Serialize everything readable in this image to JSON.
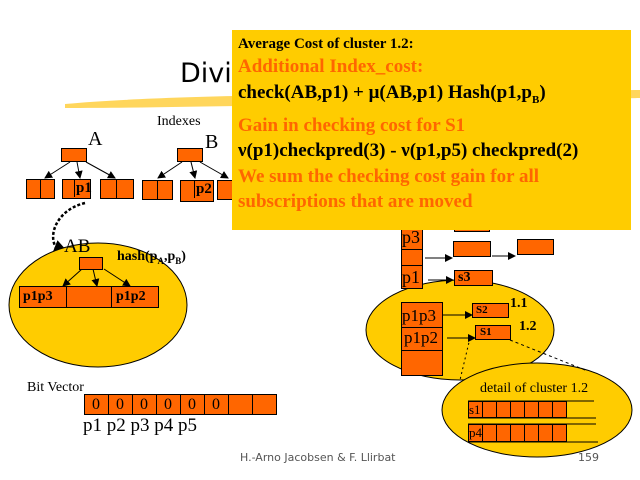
{
  "slide": {
    "title": "Divi",
    "footer_author": "H.-Arno Jacobsen & F. Llirbat",
    "page_number": "159"
  },
  "indexes": {
    "label": "Indexes",
    "tree_a": {
      "label": "A",
      "leaf_label": "p1"
    },
    "tree_b": {
      "label": "B",
      "leaf_label": "p2"
    }
  },
  "cluster_ab": {
    "label": "AB",
    "hash_text": "hash(p",
    "hash_sub_a": "A",
    "hash_sep": ",p",
    "hash_sub_b": "B",
    "hash_close": ")",
    "cells": [
      "p1p3",
      "",
      "p1p2"
    ]
  },
  "bit_vector": {
    "label": "Bit Vector",
    "bits": [
      "0",
      "0",
      "0",
      "0",
      "0",
      "0",
      "",
      ""
    ],
    "positions": [
      "p1",
      "p2",
      "p3",
      "p4",
      "p5"
    ]
  },
  "right_structure": {
    "column_cells": [
      "p3",
      "",
      "p1"
    ],
    "s3_label": "s3",
    "cluster_cells": [
      "p1p3",
      "p1p2",
      ""
    ],
    "s2_label": "S2",
    "s1_label": "S1",
    "cluster_11_label": "1.1",
    "cluster_12_label": "1.2"
  },
  "detail": {
    "title": "detail of cluster 1.2",
    "rows": [
      {
        "label": "s1"
      },
      {
        "label": "p4"
      }
    ]
  },
  "callout": {
    "heading": "Average Cost of cluster 1.2:",
    "line1": "Additional Index_cost:",
    "line2_pre": "check(AB,p1) + μ(AB,p1) Hash(p1,p",
    "line2_sub": "B",
    "line2_post": ")",
    "line3": "Gain in checking cost  for S1",
    "line4": "ν(p1)checkpred(3) - ν(p1,p5) checkpred(2)",
    "line5": "We sum the checking cost gain for all",
    "line6": "subscriptions that are moved"
  },
  "colors": {
    "node_fill": "#ff6600",
    "ellipse_fill": "#ffcc00",
    "callout_bg": "#ffcc00",
    "callout_accent": "#ff6600"
  }
}
